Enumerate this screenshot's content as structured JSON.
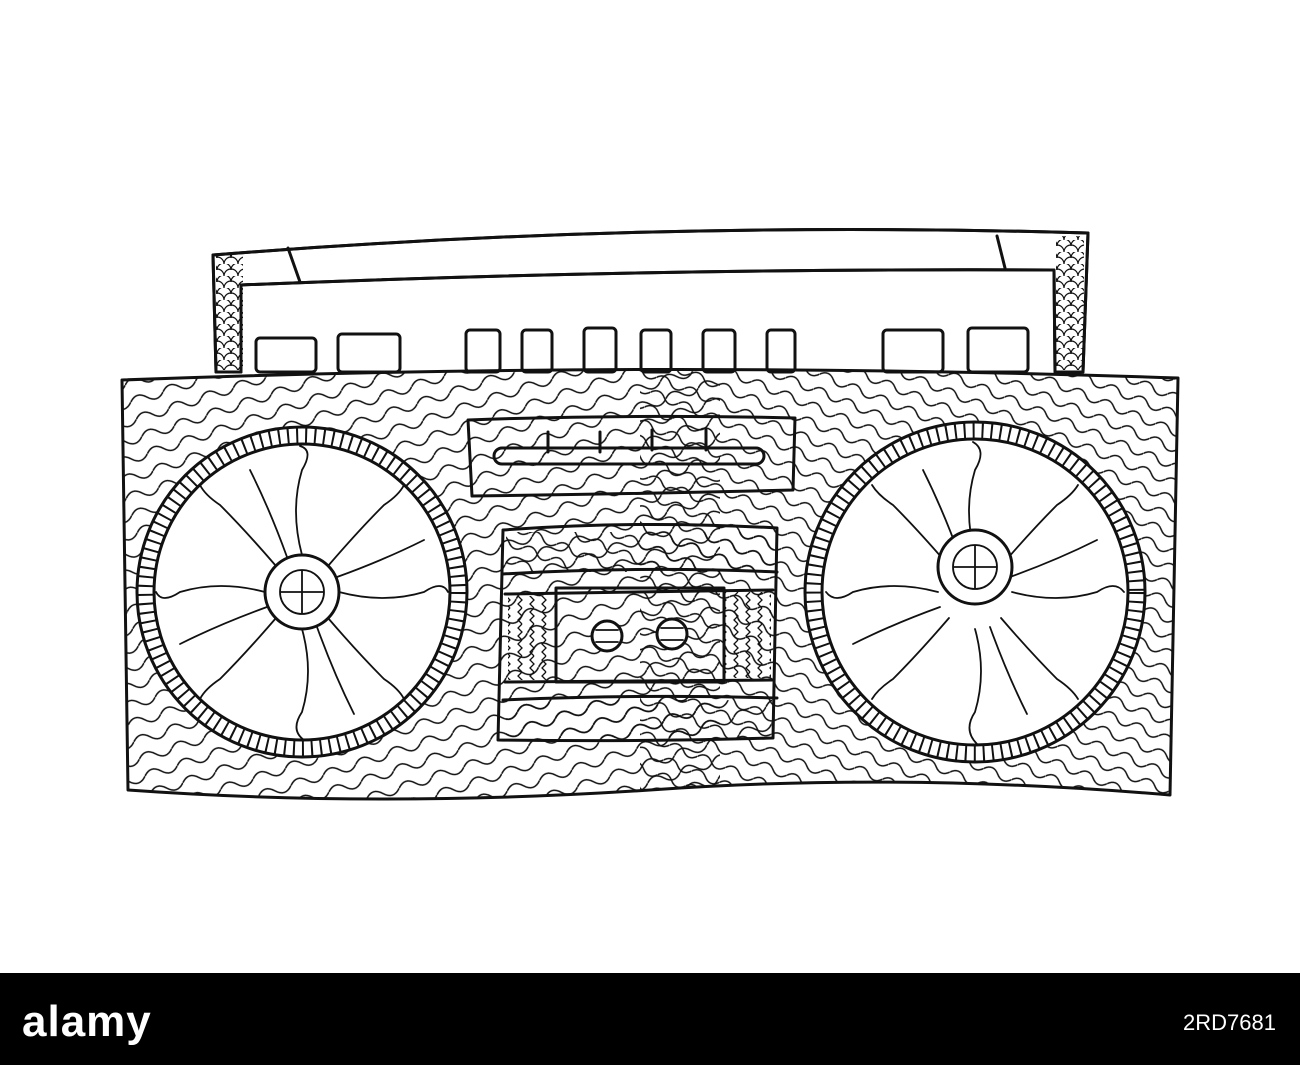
{
  "illustration": {
    "subject": "boombox-line-art",
    "colors": {
      "background": "#ffffff",
      "ink": "#111111",
      "banner": "#000000",
      "banner_text": "#ffffff"
    }
  },
  "footer": {
    "logo_text": "alamy",
    "image_id": "2RD7681"
  }
}
